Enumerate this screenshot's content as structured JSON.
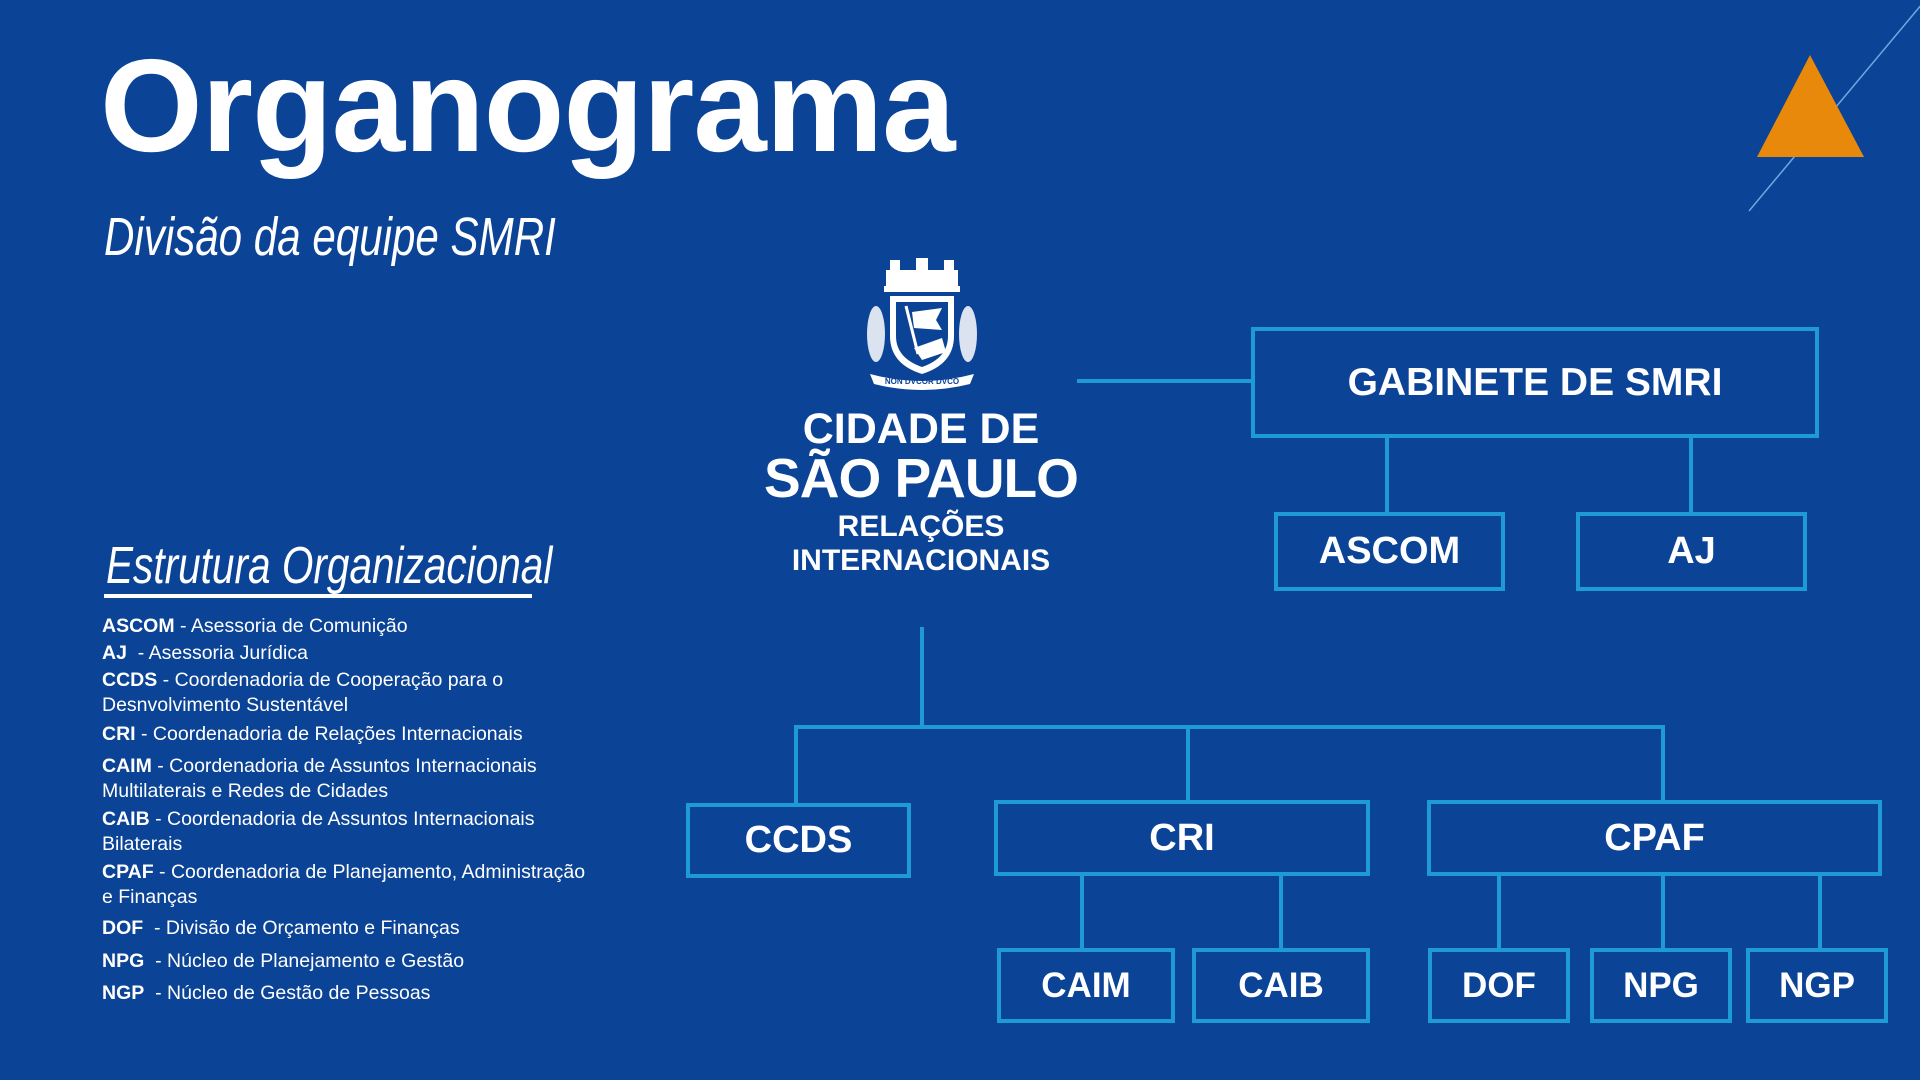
{
  "header": {
    "title": "Organograma",
    "subtitle": "Divisão da equipe SMRI"
  },
  "logo": {
    "motto": "NON DVCOR DVCO",
    "line1": "CIDADE DE",
    "line2": "SÃO PAULO",
    "line3": "RELAÇÕES",
    "line4": "INTERNACIONAIS"
  },
  "legend": {
    "title": "Estrutura Organizacional",
    "items": [
      {
        "abbr": "ASCOM",
        "desc": " - Asessoria de Comunição"
      },
      {
        "abbr": "AJ",
        "desc": "  - Asessoria Jurídica"
      },
      {
        "abbr": "CCDS",
        "desc": " - Coordenadoria de Cooperação para o",
        "desc2": "Desnvolvimento Sustentável"
      },
      {
        "abbr": "CRI",
        "desc": " - Coordenadoria de Relações Internacionais"
      },
      {
        "abbr": "CAIM",
        "desc": " - Coordenadoria de Assuntos Internacionais",
        "desc2": "Multilaterais e Redes de Cidades"
      },
      {
        "abbr": "CAIB",
        "desc": " - Coordenadoria de Assuntos Internacionais",
        "desc2": "Bilaterais"
      },
      {
        "abbr": "CPAF",
        "desc": " - Coordenadoria de Planejamento, Administração",
        "desc2": "e Finanças"
      },
      {
        "abbr": "DOF",
        "desc": "  - Divisão de Orçamento e Finanças"
      },
      {
        "abbr": "NPG",
        "desc": "  - Núcleo de Planejamento e Gestão"
      },
      {
        "abbr": "NGP",
        "desc": "  - Núcleo de Gestão de Pessoas"
      }
    ]
  },
  "org": {
    "gabinete": "GABINETE DE SMRI",
    "ascom": "ASCOM",
    "aj": "AJ",
    "ccds": "CCDS",
    "cri": "CRI",
    "cpaf": "CPAF",
    "caim": "CAIM",
    "caib": "CAIB",
    "dof": "DOF",
    "npg": "NPG",
    "ngp": "NGP"
  },
  "colors": {
    "background": "#0b4396",
    "accent": "#e8890c",
    "connector": "#1e9bd7"
  }
}
